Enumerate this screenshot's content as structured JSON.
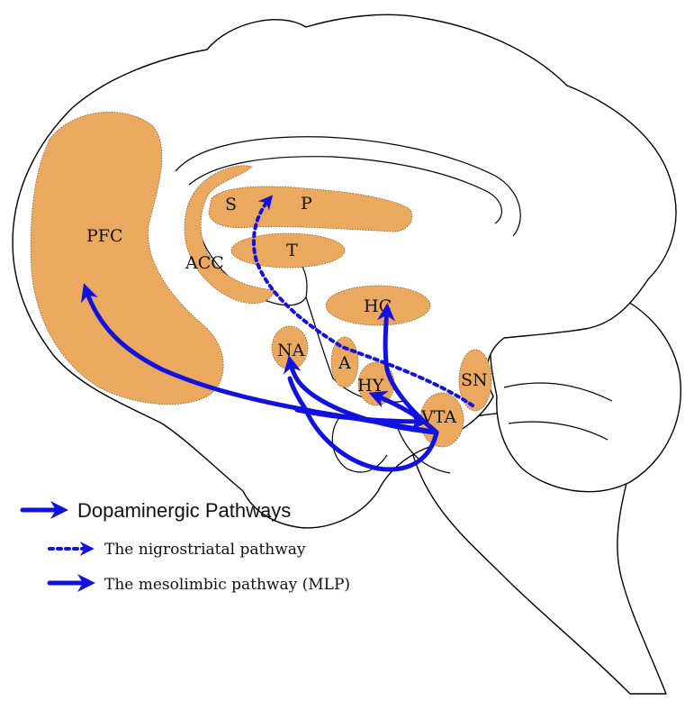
{
  "colors": {
    "region_fill": "#eba85f",
    "pathway": "#1111e0",
    "outline": "#000000",
    "background": "#ffffff"
  },
  "regions": {
    "pfc": "PFC",
    "s": "S",
    "p": "P",
    "t": "T",
    "acc": "ACC",
    "hc": "HC",
    "na": "NA",
    "a": "A",
    "hy": "HY",
    "vta": "VTA",
    "sn": "SN"
  },
  "legend": {
    "title": "Dopaminergic Pathways",
    "nigrostriatal": "The nigrostriatal pathway",
    "mesolimbic": "The mesolimbic pathway (MLP)"
  }
}
